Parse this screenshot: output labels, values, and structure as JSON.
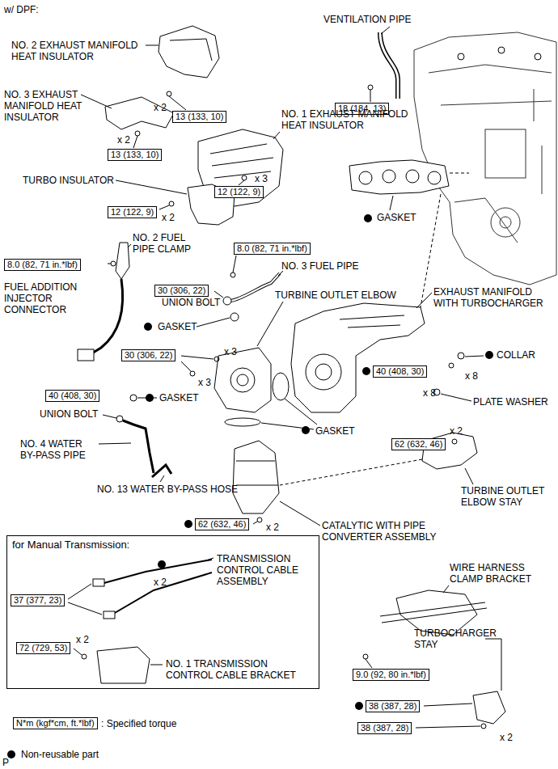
{
  "diagram": {
    "nodes": [
      {
        "text": [
          "18 (184, 13)"
        ]
      },
      {
        "text": [
          "13 (133, 10)"
        ]
      },
      {
        "text": [
          "13 (133, 10)"
        ]
      },
      {
        "text": [
          "12 (122, 9)"
        ]
      },
      {
        "text": [
          "12 (122, 9)"
        ]
      },
      {
        "text": [
          "8.0 (82, 71 in.*lbf)"
        ]
      },
      {
        "text": [
          "8.0 (82, 71 in.*lbf)"
        ]
      },
      {
        "text": [
          "30 (306, 22)"
        ]
      },
      {
        "text": [
          "30 (306, 22)"
        ]
      },
      {
        "text": [
          "40 (408, 30)"
        ]
      },
      {
        "text": [
          "40 (408, 30)"
        ]
      },
      {
        "text": [
          "62 (632, 46)"
        ]
      },
      {
        "text": [
          "62 (632, 46)"
        ]
      },
      {
        "text": [
          "for Manual Transmission:"
        ]
      },
      {
        "text": [
          "37 (377, 23)"
        ],
        "in": 13
      },
      {
        "text": [
          "72 (729, 53)"
        ],
        "in": 13
      },
      {
        "text": [
          "9.0 (92, 80 in.*lbf)"
        ]
      },
      {
        "text": [
          "38 (387, 28)"
        ]
      },
      {
        "text": [
          "38 (387, 28)"
        ]
      },
      {
        "text": [
          "N*m (kgf*cm, ft.*lbf)"
        ]
      }
    ],
    "labels": [
      "w/ DPF:",
      "VENTILATION PIPE",
      "NO. 2 EXHAUST MANIFOLD HEAT INSULATOR",
      "x 2",
      "NO. 3 EXHAUST MANIFOLD HEAT INSULATOR",
      "NO. 1 EXHAUST MANIFOLD HEAT INSULATOR",
      "x 2",
      "x 3",
      "TURBO INSULATOR",
      "x 2",
      "GASKET",
      "NO. 2 FUEL PIPE CLAMP",
      "NO. 3 FUEL PIPE",
      "FUEL ADDITION INJECTOR CONNECTOR",
      "UNION BOLT",
      "TURBINE OUTLET ELBOW",
      "EXHAUST MANIFOLD WITH TURBOCHARGER",
      "GASKET",
      "x 3",
      "COLLAR",
      "x 3",
      "x 8",
      "x 8",
      "GASKET",
      "UNION BOLT",
      "PLATE WASHER",
      "GASKET",
      "x 2",
      "NO. 4 WATER BY-PASS PIPE",
      "NO. 13 WATER BY-PASS HOSE",
      "TURBINE OUTLET ELBOW STAY",
      "x 2",
      "CATALYTIC WITH PIPE CONVERTER ASSEMBLY",
      "TRANSMISSION CONTROL CABLE ASSEMBLY",
      "x 2",
      "WIRE HARNESS CLAMP BRACKET",
      "TURBOCHARGER STAY",
      "x 2",
      "NO. 1 TRANSMISSION CONTROL CABLE BRACKET",
      "x 2",
      "P"
    ],
    "legend": [
      {
        "text": ": Specified torque"
      },
      {
        "text": "Non-reusable part"
      }
    ]
  }
}
